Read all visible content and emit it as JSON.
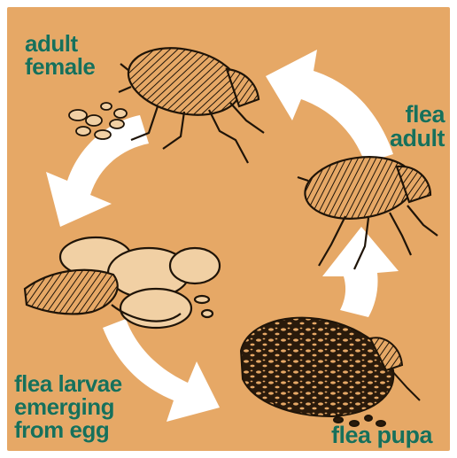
{
  "colors": {
    "background": "#e6a866",
    "label": "#17705a",
    "arrow": "#ffffff",
    "ink": "#1f1408",
    "egg": "#f1d0a4"
  },
  "labels": {
    "adult_female": [
      "adult",
      "female"
    ],
    "flea_adult": [
      "flea",
      "adult"
    ],
    "larvae": [
      "flea larvae",
      "emerging",
      "from egg"
    ],
    "pupa": [
      "flea pupa"
    ]
  },
  "icons": [
    "adult-female-flea-illustration",
    "flea-adult-illustration",
    "flea-larvae-illustration",
    "flea-pupa-illustration",
    "cycle-arrow-icon"
  ]
}
